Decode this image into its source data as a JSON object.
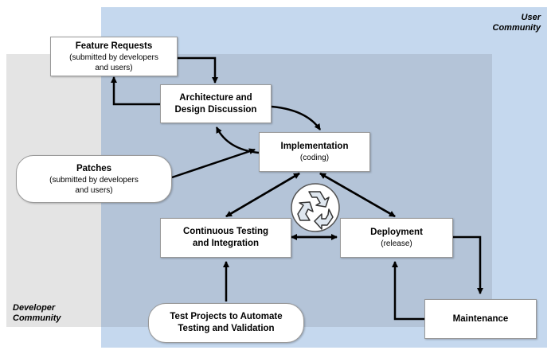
{
  "regions": {
    "user_community": {
      "line1": "User",
      "line2": "Community"
    },
    "developer_community": {
      "line1": "Developer",
      "line2": "Community"
    }
  },
  "nodes": {
    "feature_requests": {
      "title": "Feature Requests",
      "sub1": "(submitted by developers",
      "sub2": "and users)"
    },
    "architecture": {
      "title1": "Architecture and",
      "title2": "Design Discussion"
    },
    "implementation": {
      "title": "Implementation",
      "sub": "(coding)"
    },
    "patches": {
      "title": "Patches",
      "sub1": "(submitted by developers",
      "sub2": "and users)"
    },
    "continuous_testing": {
      "title1": "Continuous Testing",
      "title2": "and Integration"
    },
    "deployment": {
      "title": "Deployment",
      "sub": "(release)"
    },
    "test_projects": {
      "title1": "Test Projects to Automate",
      "title2": "Testing and Validation"
    },
    "maintenance": {
      "title": "Maintenance"
    }
  },
  "icons": {
    "center": "recycle-icon"
  },
  "colors": {
    "user_region": "#c5d8ee",
    "developer_region": "#e4e4e4",
    "overlap_region": "#b4c4d8",
    "arrow": "#000000"
  }
}
